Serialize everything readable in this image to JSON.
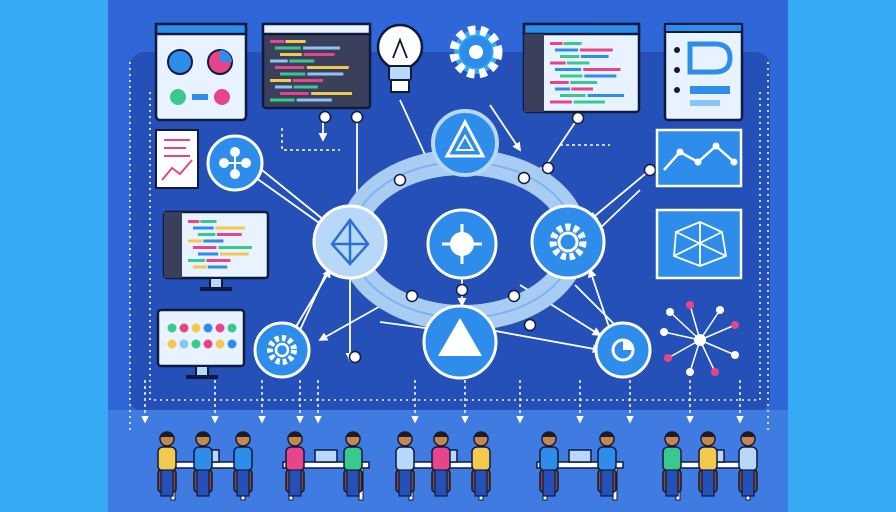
{
  "palette": {
    "sky": "#35A9F3",
    "royal": "#2F66D8",
    "panel": "#2450B8",
    "ring": "#A9CCF3",
    "node_light": "#B7D8F8",
    "node_blue": "#2E8CEB",
    "ink": "#0F1B3D",
    "line": "#FFFFFF",
    "pink": "#E8448A",
    "green": "#39C98D",
    "yellow": "#F2C94C",
    "screen_dark": "#3A3F5C"
  },
  "central_hub": {
    "nodes": [
      {
        "id": "top",
        "icon": "triangle-outline-icon",
        "style": "light"
      },
      {
        "id": "left",
        "icon": "crystal-icon",
        "style": "light"
      },
      {
        "id": "center",
        "icon": "crosshair-icon",
        "style": "blue"
      },
      {
        "id": "right",
        "icon": "gear-icon",
        "style": "blue"
      },
      {
        "id": "bottom",
        "icon": "triangle-solid-icon",
        "style": "blue"
      }
    ]
  },
  "satellites": [
    {
      "id": "molecule",
      "icon": "molecule-icon"
    },
    {
      "id": "gear-small",
      "icon": "gear-icon"
    },
    {
      "id": "pie-small",
      "icon": "pie-icon"
    }
  ],
  "panels": [
    {
      "id": "shapes-window",
      "icon": "shapes-window-icon"
    },
    {
      "id": "code-window-top",
      "icon": "code-window-icon"
    },
    {
      "id": "lightbulb",
      "icon": "lightbulb-icon"
    },
    {
      "id": "gear-badge",
      "icon": "gear-icon"
    },
    {
      "id": "code-window-right",
      "icon": "code-window-icon"
    },
    {
      "id": "document-right",
      "icon": "document-icon"
    },
    {
      "id": "chart-document",
      "icon": "document-chart-icon"
    },
    {
      "id": "code-monitor",
      "icon": "monitor-icon"
    },
    {
      "id": "dots-monitor",
      "icon": "monitor-icon"
    },
    {
      "id": "line-chart-panel",
      "icon": "line-chart-icon"
    },
    {
      "id": "network-panel",
      "icon": "network-icon"
    },
    {
      "id": "node-graph",
      "icon": "network-icon"
    }
  ],
  "teams": [
    {
      "id": "team-1",
      "people": 3
    },
    {
      "id": "team-2",
      "people": 2
    },
    {
      "id": "team-3",
      "people": 3
    },
    {
      "id": "team-4",
      "people": 2
    },
    {
      "id": "team-5",
      "people": 3
    }
  ]
}
